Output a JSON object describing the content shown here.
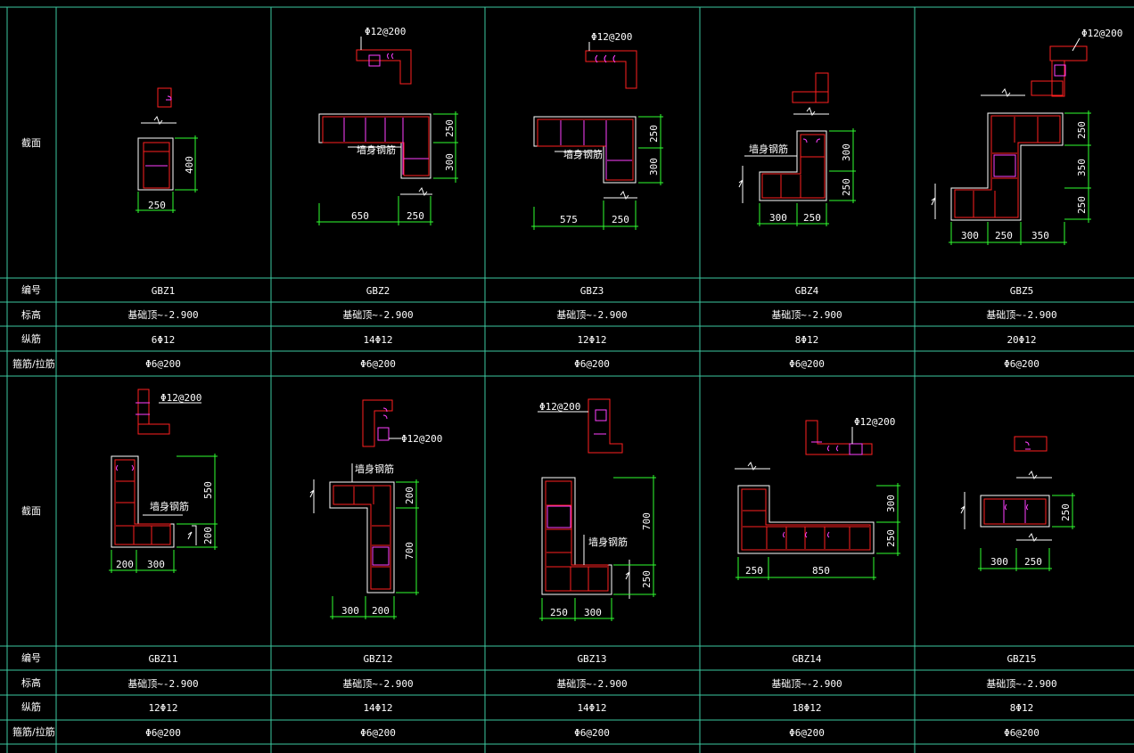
{
  "row_labels": {
    "section": "截面",
    "id": "编号",
    "elevation": "标高",
    "longitudinal": "纵筋",
    "stirrup": "箍筋/拉筋"
  },
  "wall_rebar_label": "墙身钢筋",
  "colors": {
    "background": "#000000",
    "grid": "#3cc8a0",
    "outline": "#ffffff",
    "stirrup": "#ff2020",
    "tie": "#ff40ff",
    "dimension": "#30ff30"
  },
  "columns_top": [
    {
      "id": "GBZ1",
      "elevation": "基础顶~-2.900",
      "longitudinal": "6Φ12",
      "stirrup": "Φ6@200",
      "dims": [
        "250",
        "400"
      ]
    },
    {
      "id": "GBZ2",
      "elevation": "基础顶~-2.900",
      "longitudinal": "14Φ12",
      "stirrup": "Φ6@200",
      "dims": [
        "650",
        "250",
        "250",
        "300"
      ],
      "callout": "Φ12@200"
    },
    {
      "id": "GBZ3",
      "elevation": "基础顶~-2.900",
      "longitudinal": "12Φ12",
      "stirrup": "Φ6@200",
      "dims": [
        "575",
        "250",
        "250",
        "300"
      ],
      "callout": "Φ12@200"
    },
    {
      "id": "GBZ4",
      "elevation": "基础顶~-2.900",
      "longitudinal": "8Φ12",
      "stirrup": "Φ6@200",
      "dims": [
        "300",
        "250",
        "300",
        "250"
      ]
    },
    {
      "id": "GBZ5",
      "elevation": "基础顶~-2.900",
      "longitudinal": "20Φ12",
      "stirrup": "Φ6@200",
      "dims": [
        "300",
        "250",
        "350",
        "250",
        "350",
        "250"
      ],
      "callout": "Φ12@200"
    }
  ],
  "columns_bottom": [
    {
      "id": "GBZ11",
      "elevation": "基础顶~-2.900",
      "longitudinal": "12Φ12",
      "stirrup": "Φ6@200",
      "dims": [
        "200",
        "300",
        "550",
        "200"
      ],
      "callout": "Φ12@200"
    },
    {
      "id": "GBZ12",
      "elevation": "基础顶~-2.900",
      "longitudinal": "14Φ12",
      "stirrup": "Φ6@200",
      "dims": [
        "300",
        "200",
        "200",
        "700"
      ],
      "callout": "Φ12@200"
    },
    {
      "id": "GBZ13",
      "elevation": "基础顶~-2.900",
      "longitudinal": "14Φ12",
      "stirrup": "Φ6@200",
      "dims": [
        "250",
        "300",
        "700",
        "250"
      ],
      "callout": "Φ12@200"
    },
    {
      "id": "GBZ14",
      "elevation": "基础顶~-2.900",
      "longitudinal": "18Φ12",
      "stirrup": "Φ6@200",
      "dims": [
        "250",
        "850",
        "300",
        "250"
      ],
      "callout": "Φ12@200"
    },
    {
      "id": "GBZ15",
      "elevation": "基础顶~-2.900",
      "longitudinal": "8Φ12",
      "stirrup": "Φ6@200",
      "dims": [
        "300",
        "250",
        "250"
      ]
    }
  ]
}
